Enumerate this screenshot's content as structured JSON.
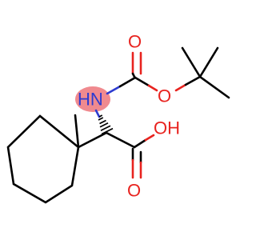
{
  "molecule": {
    "atoms": {
      "carbonyl_o": "O",
      "ester_o": "O",
      "nh": "HN",
      "acid_oh": "OH",
      "acid_o": "O"
    },
    "highlight_color": "#f08a8f",
    "colors": {
      "bond": "#000000",
      "oxygen": "#e8231f",
      "nitrogen": "#2d3bd0"
    }
  }
}
